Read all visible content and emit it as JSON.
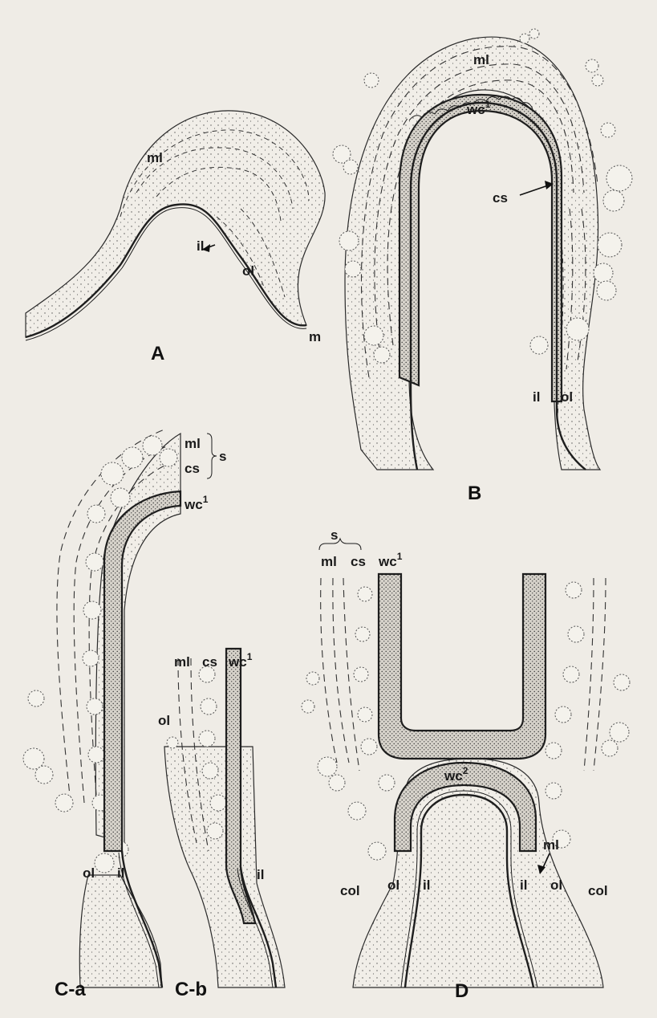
{
  "figure": {
    "panels": {
      "A": {
        "label": "A",
        "ml": "ml",
        "il": "il",
        "ol": "ol",
        "m": "m"
      },
      "B": {
        "label": "B",
        "ml": "ml",
        "wc": "wc",
        "wc_sup": "1",
        "cs": "cs",
        "il": "il",
        "ol": "ol"
      },
      "Ca": {
        "label": "C-a",
        "ml": "ml",
        "cs": "cs",
        "s": "s",
        "wc": "wc",
        "wc_sup": "1",
        "ol": "ol",
        "il": "il"
      },
      "Cb": {
        "label": "C-b",
        "ml": "ml",
        "cs": "cs",
        "wc": "wc",
        "wc_sup": "1",
        "ol": "ol",
        "il": "il"
      },
      "D": {
        "label": "D",
        "s": "s",
        "ml": "ml",
        "cs": "cs",
        "wc": "wc",
        "wc1_sup": "1",
        "wc2_sup": "2",
        "col_left": "col",
        "ol_left": "ol",
        "il_left": "il",
        "il_right": "il",
        "ml_right": "ml",
        "ol_right": "ol",
        "col_right": "col"
      }
    }
  }
}
